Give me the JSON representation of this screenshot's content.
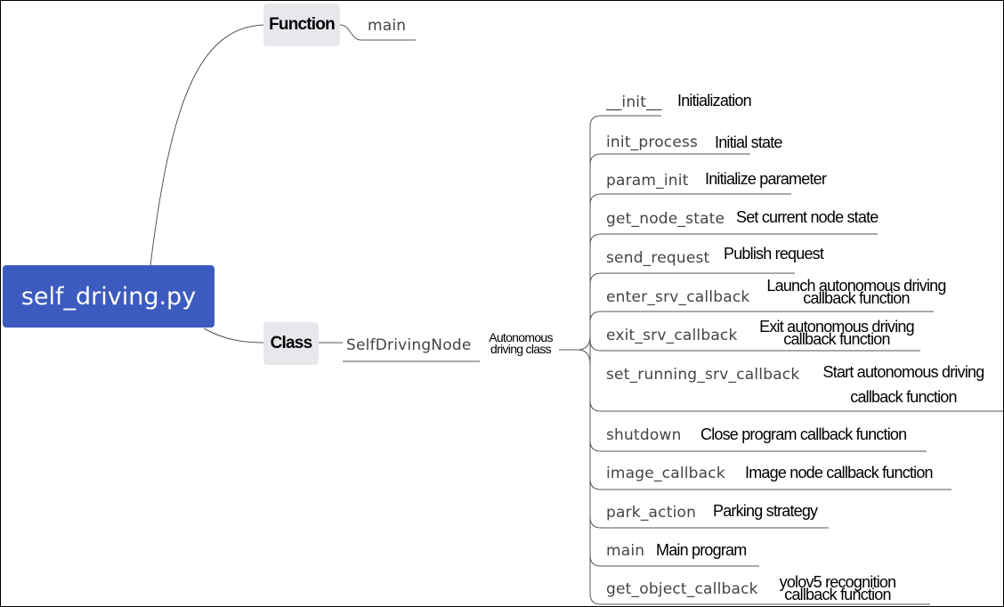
{
  "root": {
    "label": "self_driving.py"
  },
  "function_branch": {
    "label": "Function",
    "child": "main"
  },
  "class_branch": {
    "label": "Class",
    "class_name": "SelfDrivingNode",
    "class_desc": [
      "Autonomous",
      "driving class"
    ]
  },
  "methods": [
    {
      "name": "__init__",
      "desc": [
        "Initialization"
      ]
    },
    {
      "name": "init_process",
      "desc": [
        "Initial state"
      ]
    },
    {
      "name": "param_init",
      "desc": [
        "Initialize parameter"
      ]
    },
    {
      "name": "get_node_state",
      "desc": [
        "Set current node state"
      ]
    },
    {
      "name": "send_request",
      "desc": [
        "Publish request"
      ]
    },
    {
      "name": "enter_srv_callback",
      "desc": [
        "Launch autonomous driving",
        "callback function"
      ]
    },
    {
      "name": "exit_srv_callback",
      "desc": [
        "Exit autonomous driving",
        "callback function"
      ]
    },
    {
      "name": "set_running_srv_callback",
      "desc": [
        "Start autonomous driving",
        "callback function"
      ]
    },
    {
      "name": "shutdown",
      "desc": [
        "Close program callback function"
      ]
    },
    {
      "name": "image_callback",
      "desc": [
        "Image node callback function"
      ]
    },
    {
      "name": "park_action",
      "desc": [
        "Parking strategy"
      ]
    },
    {
      "name": "main",
      "desc": [
        "Main program"
      ]
    },
    {
      "name": "get_object_callback",
      "desc": [
        "yolov5 recognition",
        "callback function"
      ]
    }
  ]
}
